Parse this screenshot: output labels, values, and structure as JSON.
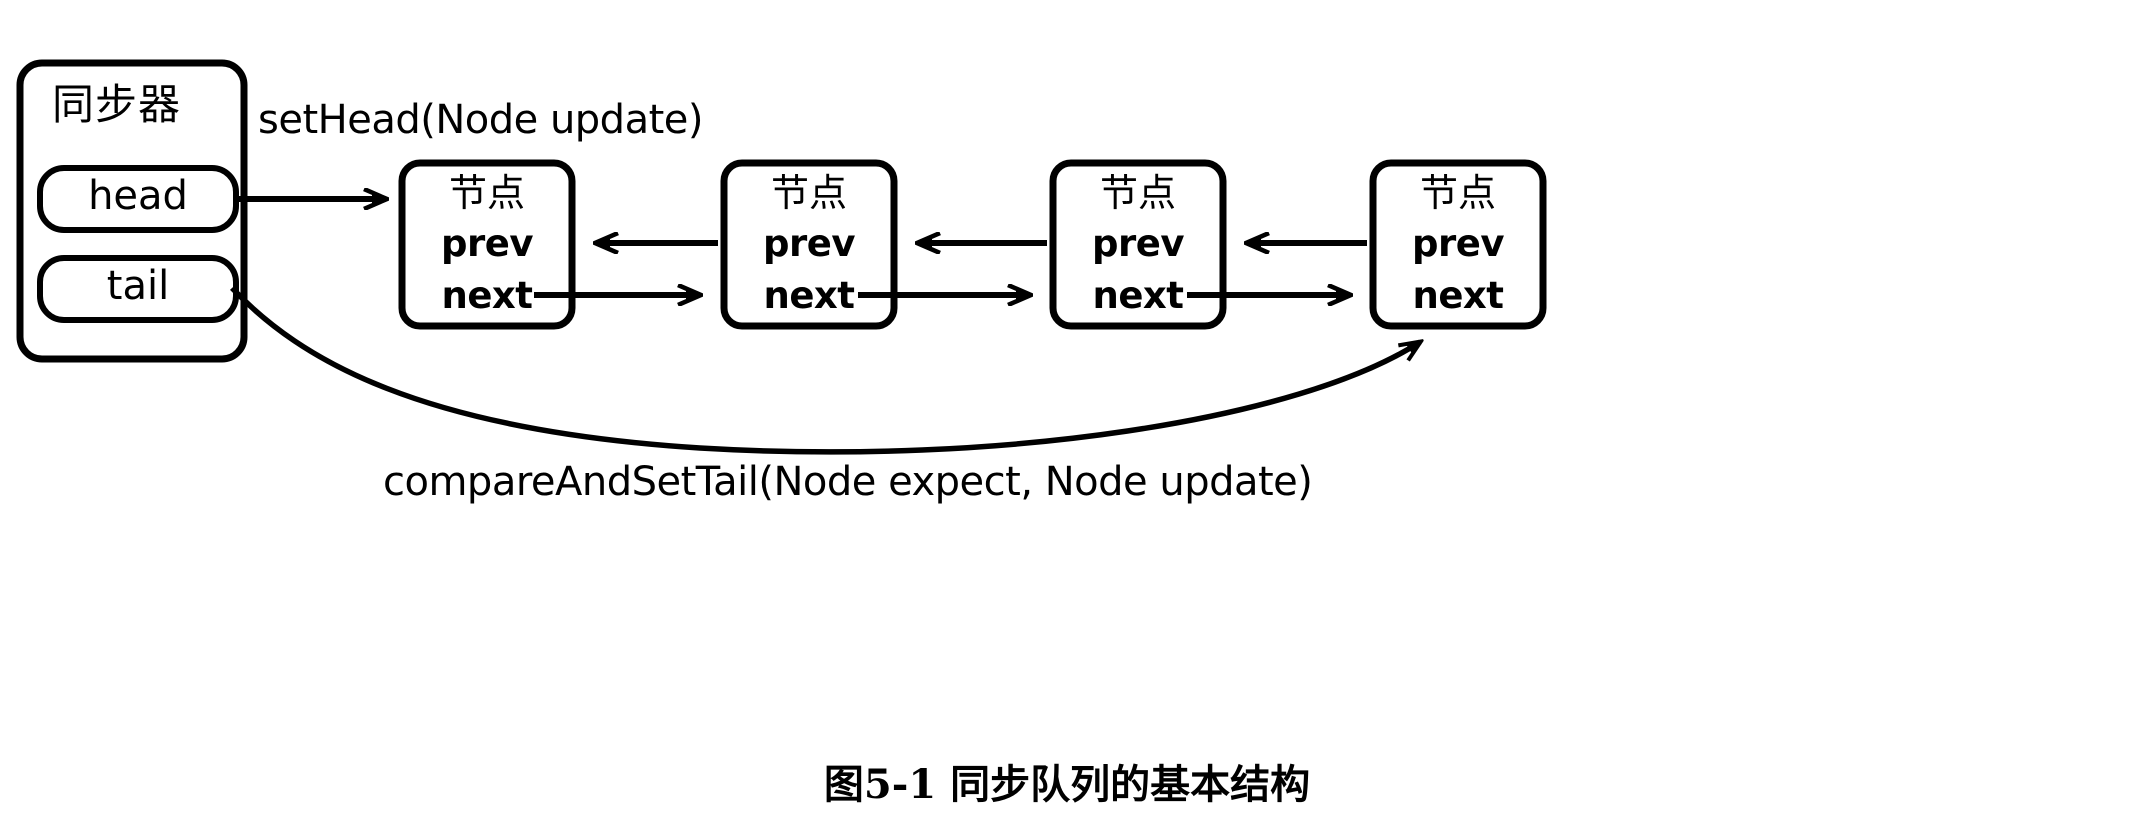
{
  "diagram": {
    "synchronizer": {
      "title": "同步器",
      "fields": [
        {
          "name": "head",
          "label": "head"
        },
        {
          "name": "tail",
          "label": "tail"
        }
      ]
    },
    "methods": {
      "set_head": "setHead(Node update)",
      "compare_and_set_tail": "compareAndSetTail(Node expect, Node update)"
    },
    "nodes": [
      {
        "title": "节点",
        "prev": "prev",
        "next": "next"
      },
      {
        "title": "节点",
        "prev": "prev",
        "next": "next"
      },
      {
        "title": "节点",
        "prev": "prev",
        "next": "next"
      },
      {
        "title": "节点",
        "prev": "prev",
        "next": "next"
      }
    ],
    "colors": {
      "stroke": "#000000",
      "background": "#ffffff",
      "text": "#000000"
    }
  },
  "caption": {
    "number": "图5-1",
    "text": "同步队列的基本结构",
    "full": "图5-1  同步队列的基本结构"
  }
}
